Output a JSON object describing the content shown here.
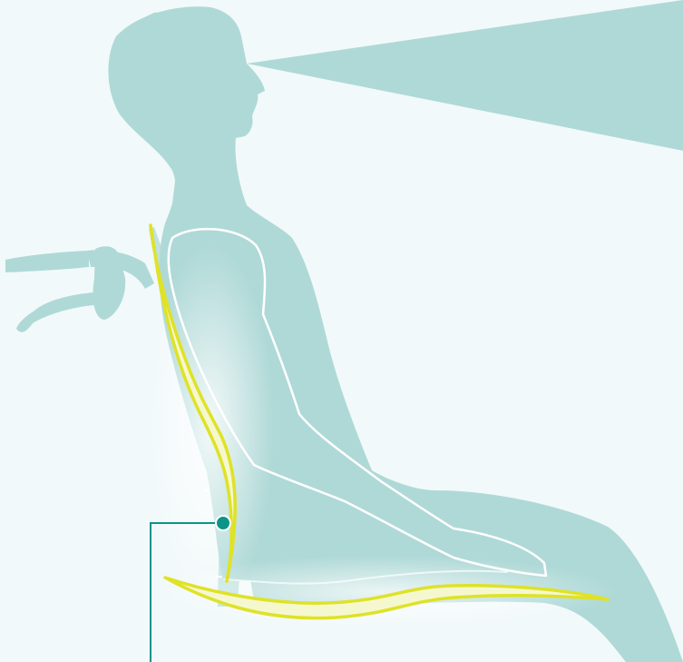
{
  "colors": {
    "background": "#f2f9fa",
    "silhouette": "#afd9d7",
    "outline": "#ffffff",
    "support_curve": "#dfe227",
    "support_fill": "#f5f8cf",
    "callout": "#0d9488"
  },
  "illustration": {
    "subject": "seated-person-side-view",
    "chair": "office-chair-with-armrest",
    "highlight": "lumbar-and-seat-support-curves",
    "callout": "lumbar-support-point"
  }
}
